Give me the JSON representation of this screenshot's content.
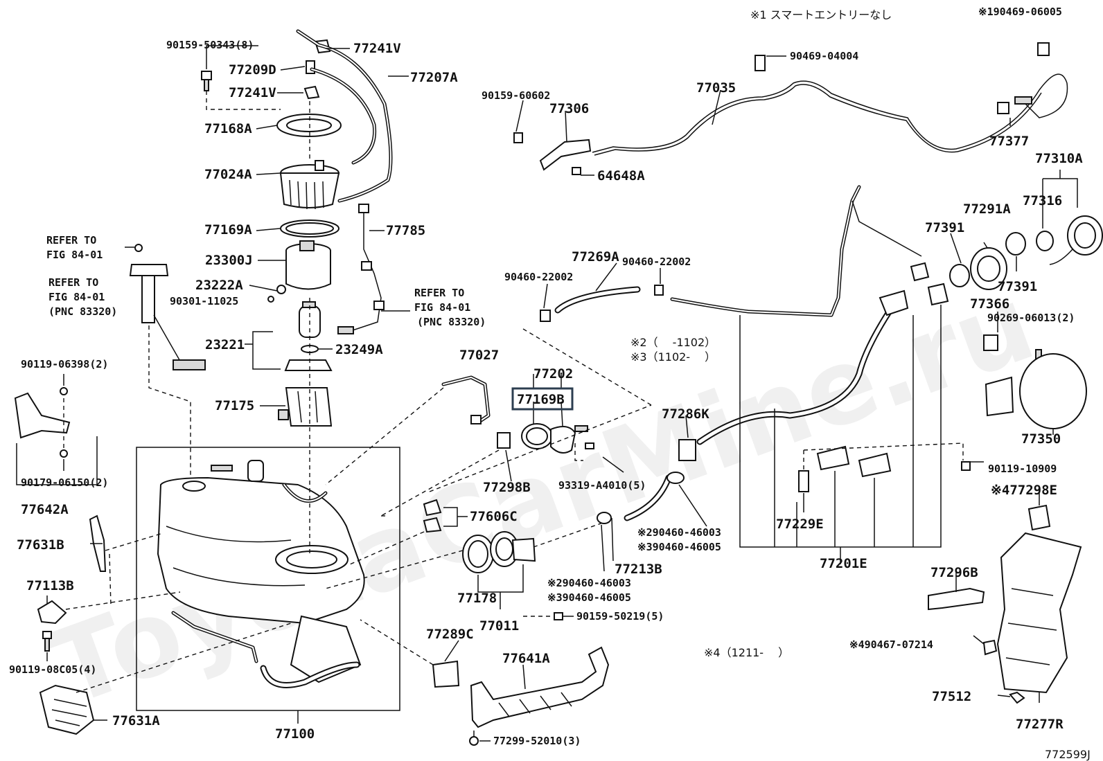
{
  "notes": {
    "note1": "※1 スマートエントリーなし",
    "note2": "※2（　 -1102）",
    "note3": "※3（1102-　 ）",
    "note4": "※4（1211-　 ）"
  },
  "refs": {
    "r1a": "REFER TO",
    "r1b": "FIG 84-01",
    "r2a": "REFER TO",
    "r2b": "FIG 84-01",
    "r2c": "(PNC 83320)",
    "r3a": "REFER TO",
    "r3b": "FIG 84-01",
    "r3c": "(PNC 83320)"
  },
  "parts": {
    "p90159_50343": "90159-50343(8)",
    "p77241V_a": "77241V",
    "p77209D": "77209D",
    "p77207A": "77207A",
    "p77241V_b": "77241V",
    "p77168A": "77168A",
    "p77024A": "77024A",
    "p77169A": "77169A",
    "p77785": "77785",
    "p23300J": "23300J",
    "p23222A": "23222A",
    "p90301_11025": "90301-11025",
    "p23221": "23221",
    "p23249A": "23249A",
    "p77175": "77175",
    "p90119_06398": "90119-06398(2)",
    "p90179_06150": "90179-06150(2)",
    "p77642A": "77642A",
    "p77631B": "77631B",
    "p77113B": "77113B",
    "p90119_08C05": "90119-08C05(4)",
    "p77631A": "77631A",
    "p77100": "77100",
    "p77027": "77027",
    "p77202": "77202",
    "p77169B": "77169B",
    "p77298B": "77298B",
    "p93319": "93319-A4010(5)",
    "p77606C": "77606C",
    "p77178": "77178",
    "p77011": "77011",
    "p90159_50219": "90159-50219(5)",
    "p77289C": "77289C",
    "p77641A": "77641A",
    "p77299": "77299-52010(3)",
    "p90159_60602": "90159-60602",
    "p77306": "77306",
    "p64648A": "64648A",
    "p77035": "77035",
    "p90469_04004": "90469-04004",
    "p90469_06005": "※190469-06005",
    "p77377": "77377",
    "p77310A": "77310A",
    "p77291A": "77291A",
    "p77316": "77316",
    "p77391_a": "77391",
    "p77391_b": "77391",
    "p77269A": "77269A",
    "p90460_22002_a": "90460-22002",
    "p90460_22002_b": "90460-22002",
    "p77286K": "77286K",
    "p90460_46003_a": "※290460-46003",
    "p90460_46005_a": "※390460-46005",
    "p77213B": "77213B",
    "p90460_46003_b": "※290460-46003",
    "p90460_46005_b": "※390460-46005",
    "p77229E": "77229E",
    "p77201E": "77201E",
    "p77366": "77366",
    "p90269_06013": "90269-06013(2)",
    "p77350": "77350",
    "p90119_10909": "90119-10909",
    "p77298E": "※477298E",
    "p77296B": "77296B",
    "p90467_07214": "※490467-07214",
    "p77512": "77512",
    "p77277R": "77277R"
  },
  "highlight": "77169B",
  "diagram_code": "772599J",
  "watermark": "ToyotaCarMine.ru"
}
